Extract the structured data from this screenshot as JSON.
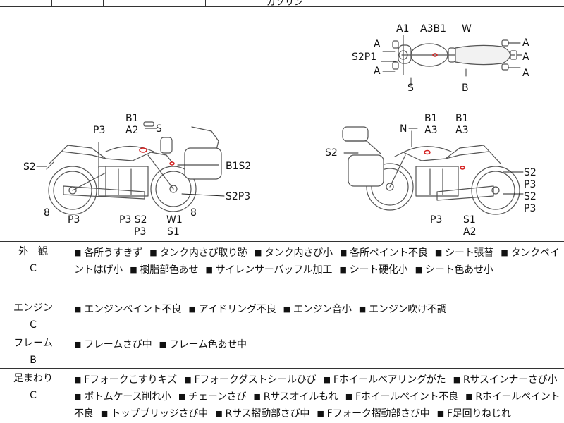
{
  "header": {
    "cut_text": "ガソリン"
  },
  "diagram": {
    "top_view": {
      "A1": "A1",
      "A3B1": "A3B1",
      "W": "W",
      "A_left_top": "A",
      "S2P1": "S2P1",
      "A_left_bottom": "A",
      "S": "S",
      "B": "B",
      "A_right_1": "A",
      "A_right_2": "A",
      "A_right_3": "A"
    },
    "left_side": {
      "B1": "B1",
      "A2": "A2",
      "S": "S",
      "P3_top": "P3",
      "S2": "S2",
      "B1S2": "B1S2",
      "S2P3": "S2P3",
      "num8_left": "8",
      "P3_bottom": "P3",
      "P3S2": "P3 S2",
      "P3_under": "P3",
      "W1": "W1",
      "S1": "S1",
      "num8_right": "8"
    },
    "right_side": {
      "N": "N",
      "B1_a": "B1",
      "A3_a": "A3",
      "B1_b": "B1",
      "A3_b": "A3",
      "S2_left": "S2",
      "S2_r1": "S2",
      "P3_r1": "P3",
      "S2_r2": "S2",
      "P3_r2": "P3",
      "P3_bottom": "P3",
      "S1": "S1",
      "A2": "A2"
    }
  },
  "conditions": [
    {
      "category": "外　観",
      "grade": "C",
      "items": [
        "各所うすきず",
        "タンク内さび取り跡",
        "タンク内さび小",
        "各所ペイント不良",
        "シート張替",
        "タンクペイントはげ小",
        "樹脂部色あせ",
        "サイレンサーバッフル加工",
        "シート硬化小",
        "シート色あせ小"
      ]
    },
    {
      "category": "エンジン",
      "grade": "C",
      "items": [
        "エンジンペイント不良",
        "アイドリング不良",
        "エンジン音小",
        "エンジン吹け不調"
      ]
    },
    {
      "category": "フレーム",
      "grade": "B",
      "items": [
        "フレームさび中",
        "フレーム色あせ中"
      ]
    },
    {
      "category": "足まわり",
      "grade": "C",
      "items": [
        "Fフォークこすりキズ",
        "Fフォークダストシールひび",
        "Fホイールベアリングがた",
        "Rサスインナーさび小",
        "ボトムケース削れ小",
        "チェーンさび",
        "Rサスオイルもれ",
        "Fホイールペイント不良",
        "Rホイールペイント不良",
        "トップブリッジさび中",
        "Rサス摺動部さび中",
        "Fフォーク摺動部さび中",
        "F足回りねじれ"
      ]
    }
  ],
  "colors": {
    "line": "#333333",
    "damage_mark": "#d42020"
  }
}
